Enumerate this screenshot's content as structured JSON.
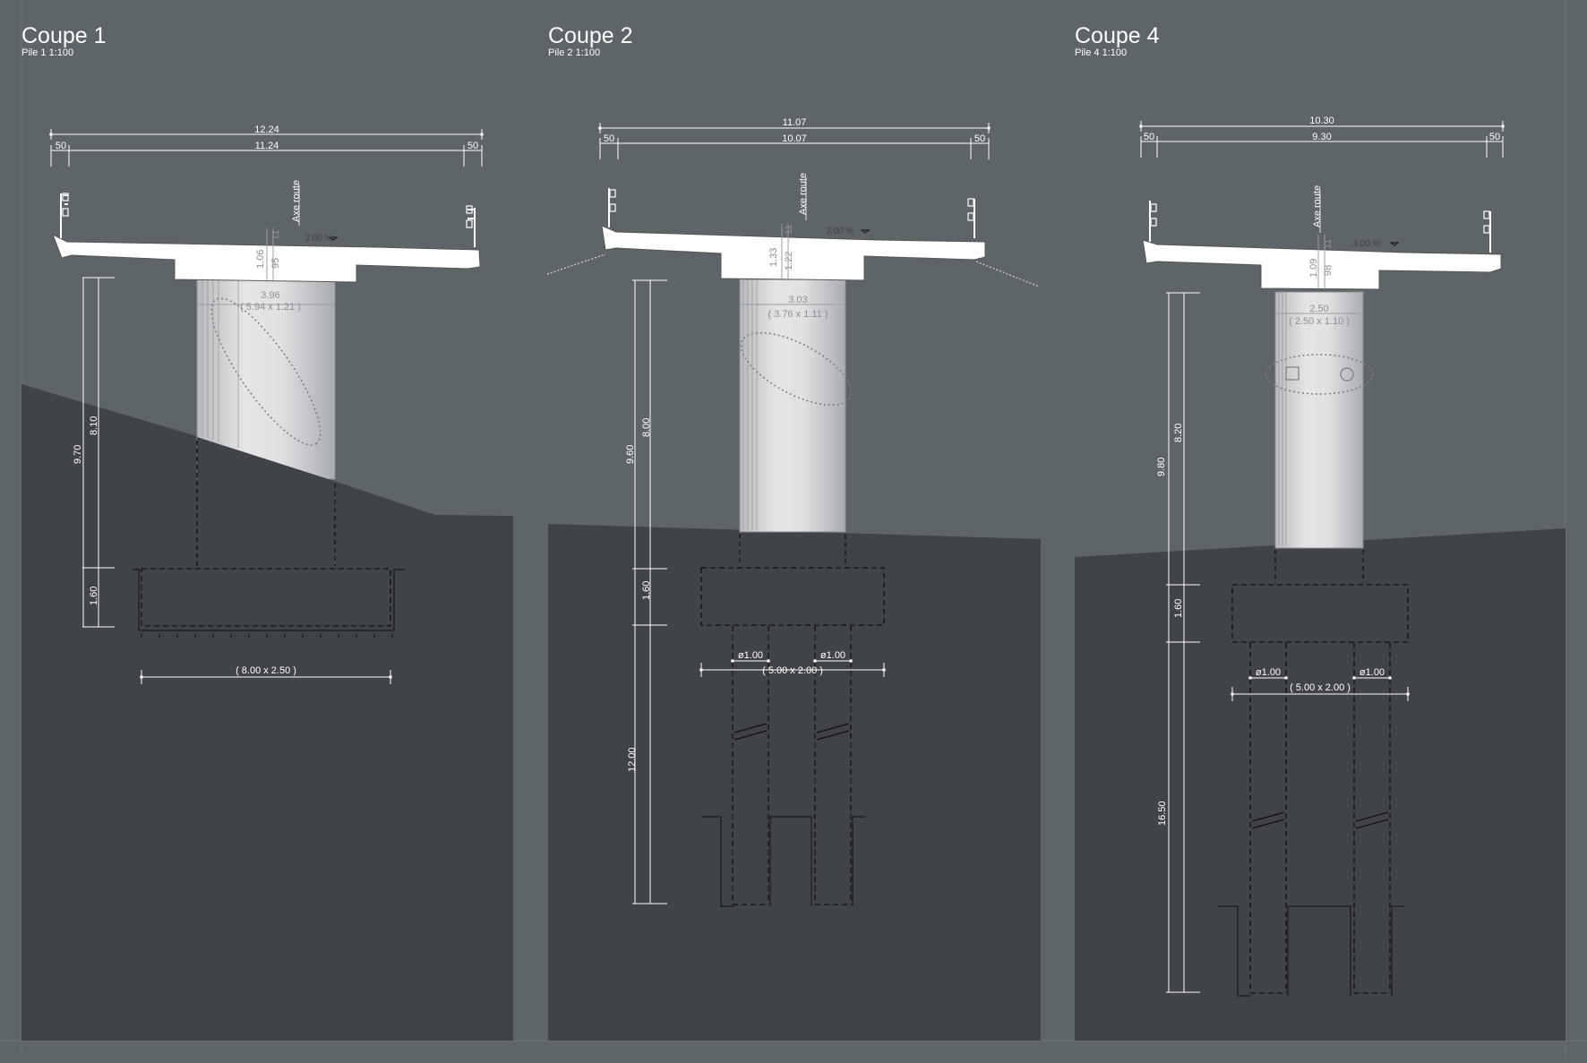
{
  "colors": {
    "background": "#5e6569",
    "ground": "#404347",
    "line": "#ffffff",
    "pier_light": "#d9dadc"
  },
  "sections": [
    {
      "title": "Coupe 1",
      "subtitle": "Pile 1  1:100",
      "deck_total": "12.24",
      "deck_left": "50",
      "deck_mid": "11.24",
      "deck_right": "50",
      "axis_label": "Axe route",
      "slope": "3.00 %",
      "dim_v1": "1.06",
      "dim_v2": "95",
      "dim_v3": "11",
      "pier_width": "3.96",
      "pier_section": "( 5.94 x 1.21 )",
      "height_total": "9.70",
      "height_pier": "8.10",
      "height_footing": "1.60",
      "footing": "( 8.00 x 2.50 )"
    },
    {
      "title": "Coupe 2",
      "subtitle": "Pile 2  1:100",
      "deck_total": "11.07",
      "deck_left": "50",
      "deck_mid": "10.07",
      "deck_right": "50",
      "axis_label": "Axe route",
      "slope": "3.00 %",
      "dim_v1": "1.33",
      "dim_v2": "1.22",
      "dim_v3": "11",
      "pier_width": "3.03",
      "pier_section": "( 3.76 x 1.11 )",
      "height_total": "9.60",
      "height_pier": "8.00",
      "height_footing": "1.60",
      "height_piles": "12.00",
      "pile_left": "ø1.00",
      "pile_right": "ø1.00",
      "footing": "( 5.00 x 2.00 )"
    },
    {
      "title": "Coupe 4",
      "subtitle": "Pile 4  1:100",
      "deck_total": "10.30",
      "deck_left": "50",
      "deck_mid": "9.30",
      "deck_right": "50",
      "axis_label": "Axe route",
      "slope": "3.00 %",
      "dim_v1": "1.09",
      "dim_v2": "98",
      "dim_v3": "11",
      "pier_width": "2.50",
      "pier_section": "( 2.50 x 1.10 )",
      "height_total": "9.80",
      "height_pier": "8.20",
      "height_footing": "1.60",
      "height_piles": "16.50",
      "pile_left": "ø1.00",
      "pile_right": "ø1.00",
      "footing": "( 5.00 x 2.00 )"
    }
  ]
}
